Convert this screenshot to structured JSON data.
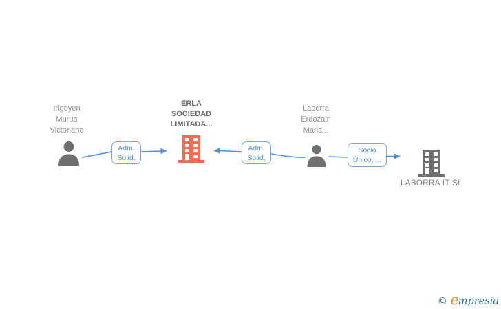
{
  "colors": {
    "edge_blue": "#4a90e2",
    "box_border_blue": "#72a7e9",
    "company_orange": "#f96b4c",
    "icon_gray": "#6f6f6f",
    "person_name_gray": "#8d8d8d",
    "company_name_gray": "#666666",
    "company2_name_gray": "#7b7b7b",
    "logo_teal": "#23708f",
    "logo_orange": "#f28a1e"
  },
  "nodes": {
    "person1": {
      "type": "person",
      "name_lines": [
        "Irigoyen",
        "Murua",
        "Victoriano"
      ]
    },
    "company1": {
      "type": "company",
      "name_lines": [
        "ERLA",
        "SOCIEDAD",
        "LIMITADA..."
      ]
    },
    "person2": {
      "type": "person",
      "name_lines": [
        "Laborra",
        "Erdozain",
        "Maria..."
      ]
    },
    "company2": {
      "type": "company",
      "name": "LABORRA IT SL"
    }
  },
  "edges": [
    {
      "from": "person1",
      "to": "company1",
      "label_lines": [
        "Adm.",
        "Solid."
      ]
    },
    {
      "from": "person2",
      "to": "company1",
      "label_lines": [
        "Adm.",
        "Solid."
      ]
    },
    {
      "from": "person2",
      "to": "company2",
      "label_lines": [
        "Socio",
        "Único, ..."
      ]
    }
  ],
  "logo": {
    "copyright": "©",
    "brand_initial": "e",
    "brand_rest": "mpresia"
  }
}
